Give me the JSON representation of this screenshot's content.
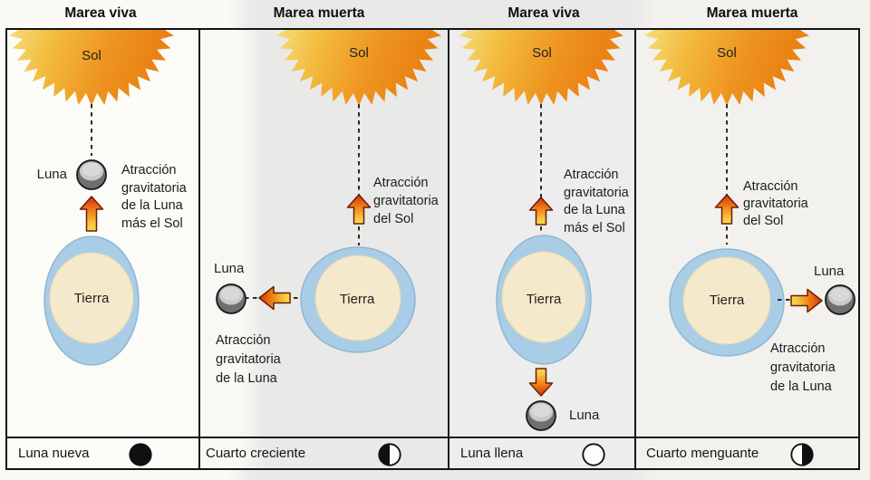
{
  "figure": {
    "type": "textbook-tides-diagram",
    "columns": [
      {
        "title": "Marea viva",
        "sun_label": "Sol",
        "earth_label": "Tierra",
        "moon_label": "Luna",
        "moon_position": "above-earth",
        "force_lines": [
          "Atracción",
          "gravitatoria",
          "de la Luna",
          "más el Sol"
        ],
        "phase": {
          "label": "Luna nueva",
          "symbol": "new-moon"
        }
      },
      {
        "title": "Marea muerta",
        "sun_label": "Sol",
        "earth_label": "Tierra",
        "moon_label": "Luna",
        "moon_position": "left-of-earth",
        "sun_force_lines": [
          "Atracción",
          "gravitatoria",
          "del Sol"
        ],
        "moon_force_lines": [
          "Atracción",
          "gravitatoria",
          "de la Luna"
        ],
        "phase": {
          "label": "Cuarto creciente",
          "symbol": "first-quarter"
        }
      },
      {
        "title": "Marea viva",
        "sun_label": "Sol",
        "earth_label": "Tierra",
        "moon_label": "Luna",
        "moon_position": "below-earth",
        "force_lines": [
          "Atracción",
          "gravitatoria",
          "de la Luna",
          "más el Sol"
        ],
        "phase": {
          "label": "Luna llena",
          "symbol": "full-moon"
        }
      },
      {
        "title": "Marea muerta",
        "sun_label": "Sol",
        "earth_label": "Tierra",
        "moon_label": "Luna",
        "moon_position": "right-of-earth",
        "sun_force_lines": [
          "Atracción",
          "gravitatoria",
          "del Sol"
        ],
        "moon_force_lines": [
          "Atracción",
          "gravitatoria",
          "de la Luna"
        ],
        "phase": {
          "label": "Cuarto menguante",
          "symbol": "last-quarter"
        }
      }
    ],
    "colors": {
      "sun_orange": "#ea8214",
      "sun_yellow": "#f9edb8",
      "water_blue": "#a9cde7",
      "land_cream": "#f5e9cb",
      "arrow_red": "#d93a10",
      "arrow_yellow": "#f9dd55",
      "moon_gray": "#6f6f6f",
      "line_black": "#141414"
    }
  }
}
